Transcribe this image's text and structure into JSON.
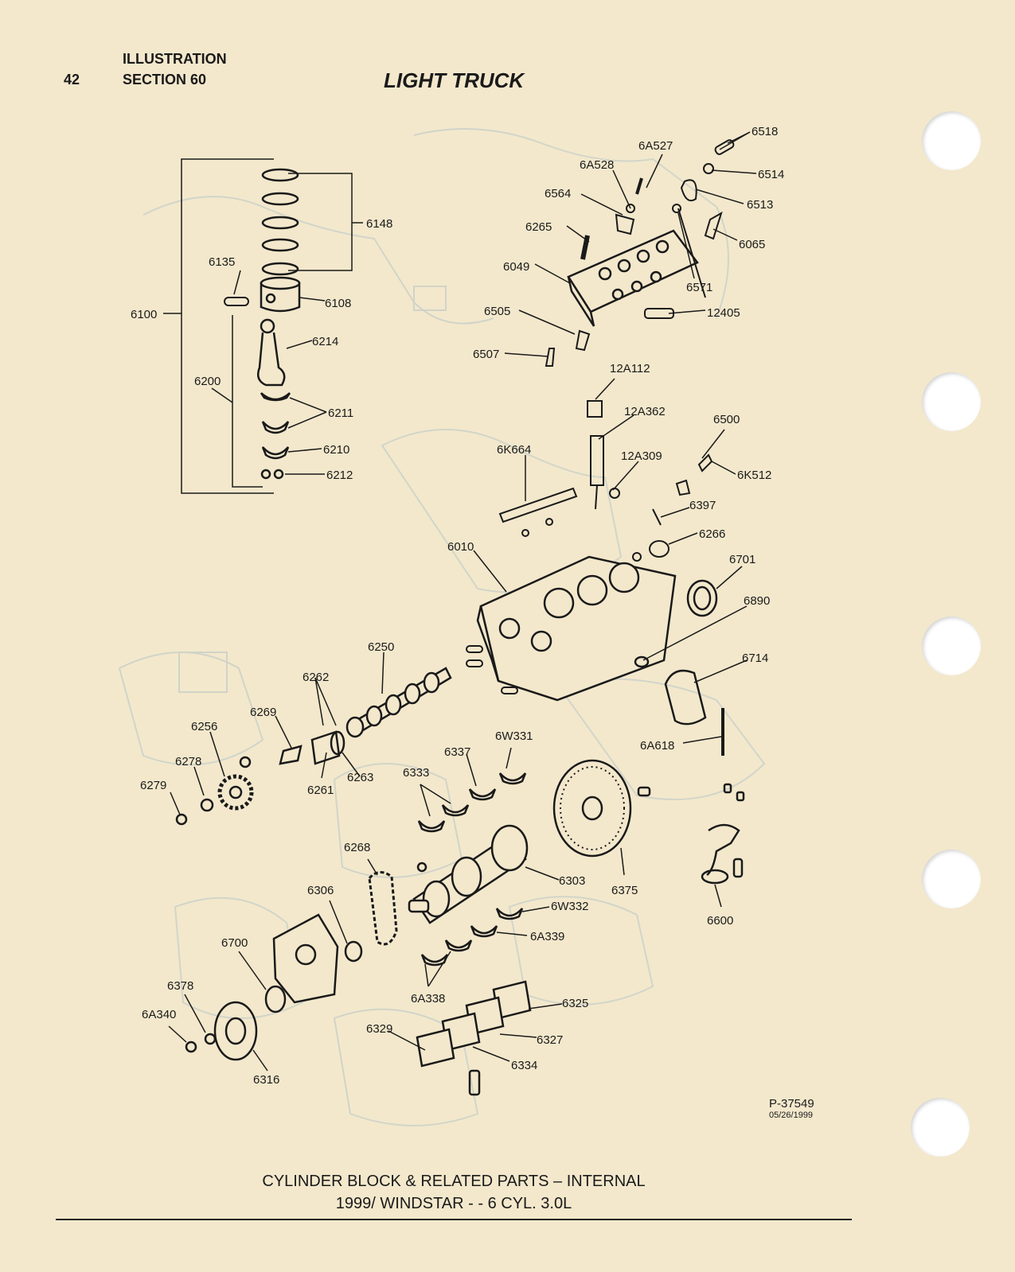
{
  "header": {
    "page_number": "42",
    "section_line1": "ILLUSTRATION",
    "section_line2": "SECTION 60",
    "title": "LIGHT TRUCK"
  },
  "footer": {
    "line1": "CYLINDER BLOCK & RELATED PARTS – INTERNAL",
    "line2": "1999/ WINDSTAR - - 6 CYL. 3.0L"
  },
  "reference": {
    "code": "P-37549",
    "date": "05/26/1999"
  },
  "parts": {
    "p6518": "6518",
    "p6A527": "6A527",
    "p6514": "6514",
    "p6A528": "6A528",
    "p6513": "6513",
    "p6564": "6564",
    "p6265": "6265",
    "p6065": "6065",
    "p6049": "6049",
    "p6571": "6571",
    "p12405": "12405",
    "p6505": "6505",
    "p6507": "6507",
    "p12A112": "12A112",
    "p12A362": "12A362",
    "p6500": "6500",
    "p6K664": "6K664",
    "p12A309": "12A309",
    "p6K512": "6K512",
    "p6397": "6397",
    "p6266": "6266",
    "p6010": "6010",
    "p6701": "6701",
    "p6890": "6890",
    "p6250": "6250",
    "p6714": "6714",
    "p6262": "6262",
    "p6269": "6269",
    "p6256": "6256",
    "p6W331": "6W331",
    "p6A618": "6A618",
    "p6337": "6337",
    "p6278": "6278",
    "p6263": "6263",
    "p6333": "6333",
    "p6279": "6279",
    "p6261": "6261",
    "p6268": "6268",
    "p6303": "6303",
    "p6375": "6375",
    "p6306": "6306",
    "p6W332": "6W332",
    "p6600": "6600",
    "p6A339": "6A339",
    "p6700": "6700",
    "p6378": "6378",
    "p6A338": "6A338",
    "p6325": "6325",
    "p6A340": "6A340",
    "p6329": "6329",
    "p6327": "6327",
    "p6334": "6334",
    "p6316": "6316",
    "p6148": "6148",
    "p6135": "6135",
    "p6108": "6108",
    "p6100": "6100",
    "p6214": "6214",
    "p6200": "6200",
    "p6211": "6211",
    "p6210": "6210",
    "p6212": "6212"
  },
  "colors": {
    "paper": "#f3e8cc",
    "ink": "#1a1a1a",
    "ghost": "#c9cfc8"
  }
}
